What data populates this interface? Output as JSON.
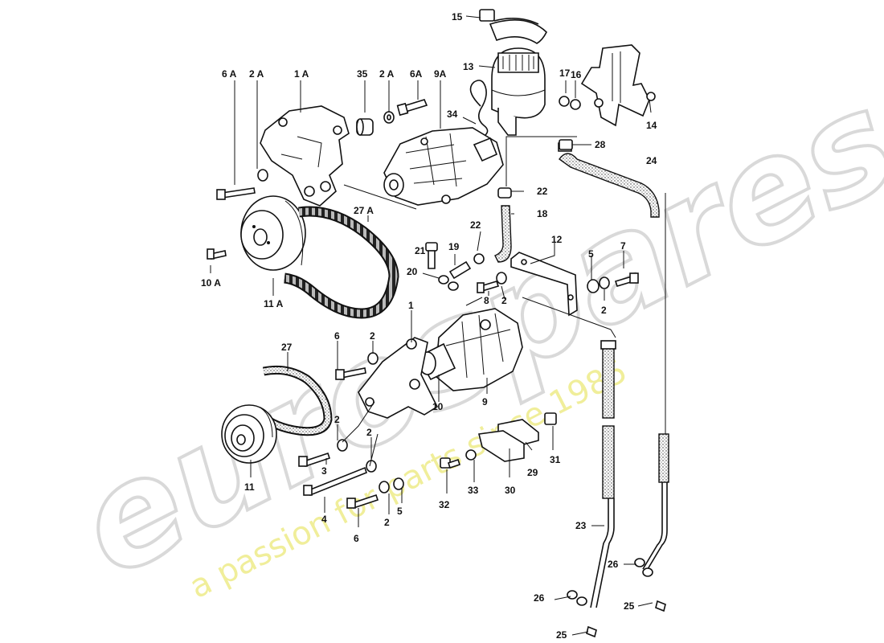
{
  "watermark": {
    "brand": "eurospares",
    "tagline": "a passion for parts since 1985"
  },
  "callouts": {
    "c1": "1",
    "c1A": "1 A",
    "c2": "2",
    "c2A": "2 A",
    "c3": "3",
    "c4": "4",
    "c5": "5",
    "c6": "6",
    "c6A": "6 A",
    "c6A_b": "6A",
    "c7": "7",
    "c8": "8",
    "c9": "9",
    "c9A": "9A",
    "c10": "10",
    "c10A": "10 A",
    "c11": "11",
    "c11A": "11 A",
    "c12": "12",
    "c13": "13",
    "c14": "14",
    "c15": "15",
    "c16": "16",
    "c17": "17",
    "c18": "18",
    "c19": "19",
    "c20": "20",
    "c21": "21",
    "c22": "22",
    "c23": "23",
    "c24": "24",
    "c25": "25",
    "c26": "26",
    "c27": "27",
    "c27A": "27 A",
    "c28": "28",
    "c29": "29",
    "c30": "30",
    "c31": "31",
    "c32": "32",
    "c33": "33",
    "c34": "34",
    "c35": "35"
  }
}
